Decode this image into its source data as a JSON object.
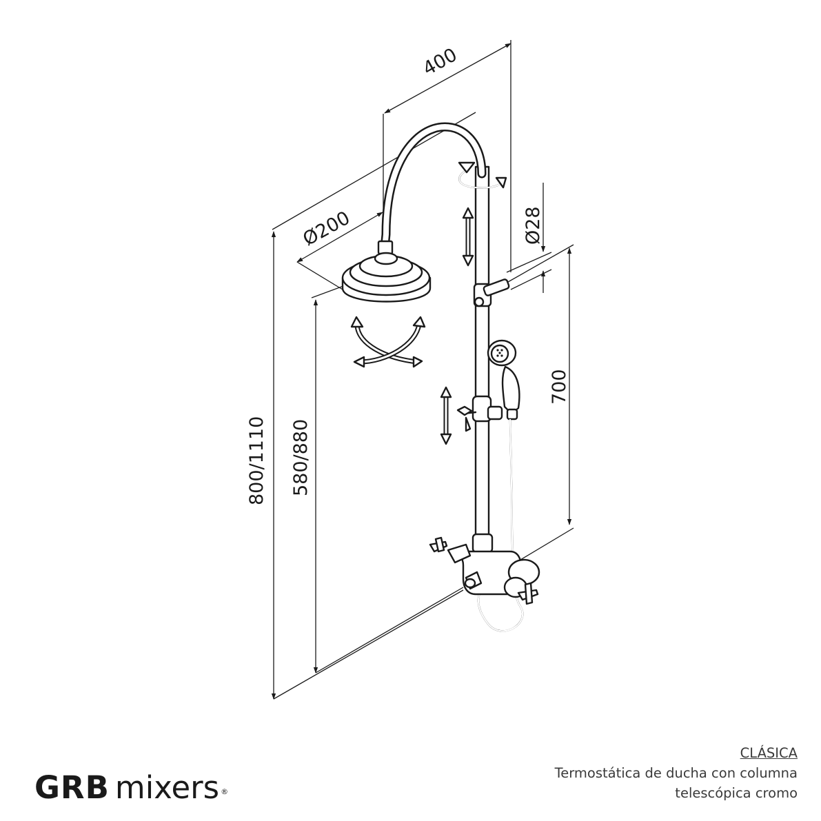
{
  "dimensions": {
    "width_top": "400",
    "head_diameter": "Ø200",
    "tube_diameter": "Ø28",
    "bar_height": "700",
    "total_height": "800/1110",
    "head_height": "580/880"
  },
  "brand": {
    "name_bold": "GRB",
    "name_light": "mixers",
    "registered": "®"
  },
  "product": {
    "collection": "CLÁSICA",
    "description_line1": "Termostática de ducha con columna",
    "description_line2": "telescópica cromo"
  },
  "icons": [
    "rotate-arrow-icon",
    "vertical-adjust-arrow-icon",
    "tilt-arrow-icon"
  ]
}
